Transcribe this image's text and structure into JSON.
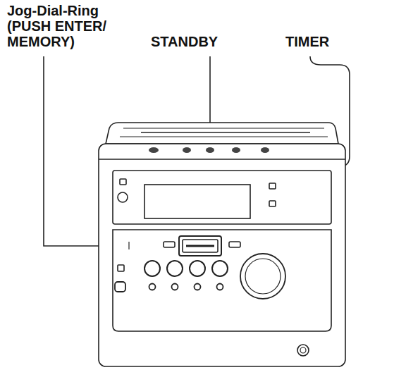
{
  "diagram": {
    "labels": [
      "Jog-Dial-Ring (PUSH ENTER/ MEMORY)",
      "STANDBY",
      "TIMER"
    ]
  }
}
